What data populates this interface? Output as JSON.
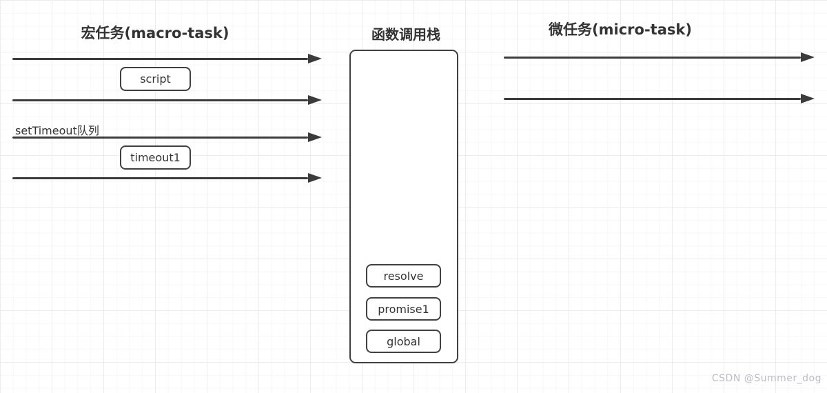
{
  "titles": {
    "macro": "宏任务(macro-task)",
    "stack": "函数调用栈",
    "micro": "微任务(micro-task)"
  },
  "macro_queue": {
    "settimeout_label": "setTimeout队列",
    "box_script": "script",
    "box_timeout1": "timeout1"
  },
  "call_stack": {
    "frames": [
      "resolve",
      "promise1",
      "global"
    ]
  },
  "watermark": {
    "text": "CSDN @Summer_dog"
  },
  "colors": {
    "stroke": "#3b3b3b",
    "box_border": "#404040",
    "text": "#333333",
    "grid_minor": "#f7f7f7",
    "grid_major": "#ececec",
    "watermark": "#b9bdc4",
    "background": "#ffffff"
  }
}
